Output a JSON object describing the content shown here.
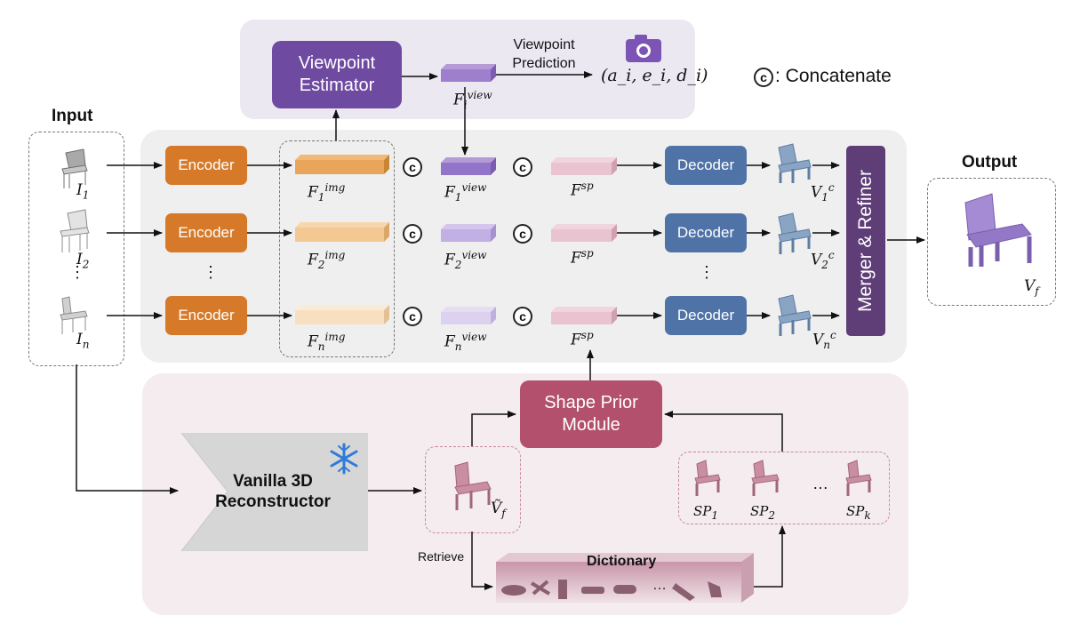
{
  "labels": {
    "input": "Input",
    "output": "Output",
    "viewpoint_estimator": "Viewpoint Estimator",
    "viewpoint_prediction": "Viewpoint Prediction",
    "viewpoint_result": "(a_i, e_i, d_i)",
    "concat_legend": ": Concatenate",
    "concat_symbol": "c",
    "encoder": "Encoder",
    "decoder": "Decoder",
    "merger_refiner": "Merger & Refiner",
    "shape_prior_module": "Shape Prior Module",
    "vanilla_reconstructor": "Vanilla 3D Reconstructor",
    "retrieve": "Retrieve",
    "dictionary": "Dictionary",
    "ellipsis": "…"
  },
  "math": {
    "I1": "I",
    "I1_sub": "1",
    "I2": "I",
    "I2_sub": "2",
    "In": "I",
    "In_sub": "n",
    "F_view_top": "F",
    "F_view_top_sub": "i",
    "F_view_top_sup": "view",
    "F_img_1": "F",
    "F_img_1_sub": "1",
    "F_img_sup": "img",
    "F_img_2": "F",
    "F_img_2_sub": "2",
    "F_img_n": "F",
    "F_img_n_sub": "n",
    "F_view_1_sub": "1",
    "F_view_2_sub": "2",
    "F_view_n_sub": "n",
    "F_view_sup": "view",
    "F_sp": "F",
    "F_sp_sup": "sp",
    "V_c": "V",
    "V_c_sup": "c",
    "V1_sub": "1",
    "V2_sub": "2",
    "Vn_sub": "n",
    "Vf": "V",
    "Vf_sub": "f",
    "Vf_tilde": "Ṽ",
    "Vf_tilde_sub": "f",
    "SP": "SP",
    "SP1_sub": "1",
    "SP2_sub": "2",
    "SPk_sub": "k"
  },
  "icons": [
    "camera-icon",
    "snowflake-icon",
    "chair-icon"
  ],
  "colors": {
    "encoder": "#d67a2a",
    "decoder": "#4f73a6",
    "viewpoint_estimator": "#6e4aa0",
    "shape_prior": "#b2506d",
    "merger": "#5f3d77"
  }
}
